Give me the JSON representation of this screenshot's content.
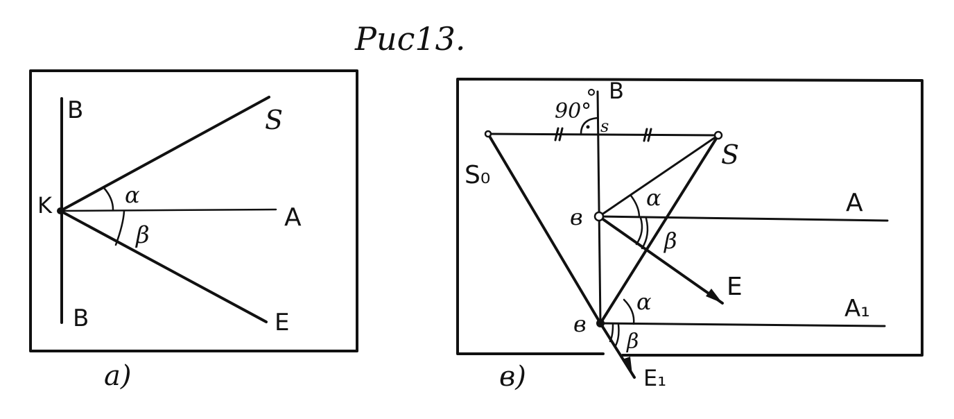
{
  "figure": {
    "caption": "Рис13.",
    "panel_a": {
      "sublabel": "a)",
      "labels": {
        "b_top": "B",
        "b_bottom": "B",
        "k": "K",
        "s": "S",
        "a": "A",
        "e": "E",
        "alpha": "α",
        "beta": "β"
      }
    },
    "panel_b": {
      "sublabel": "в)",
      "labels": {
        "b_top": "B",
        "angle_90": "90°",
        "s_small": "s",
        "s0": "S₀",
        "s": "S",
        "a": "A",
        "a1": "A₁",
        "e": "E",
        "e1": "E₁",
        "v_mid": "в",
        "v_bottom": "в",
        "alpha_upper": "α",
        "beta_upper": "β",
        "alpha_lower": "α",
        "beta_lower": "β"
      }
    },
    "colors": {
      "ink": "#111111",
      "paper": "#ffffff"
    }
  }
}
